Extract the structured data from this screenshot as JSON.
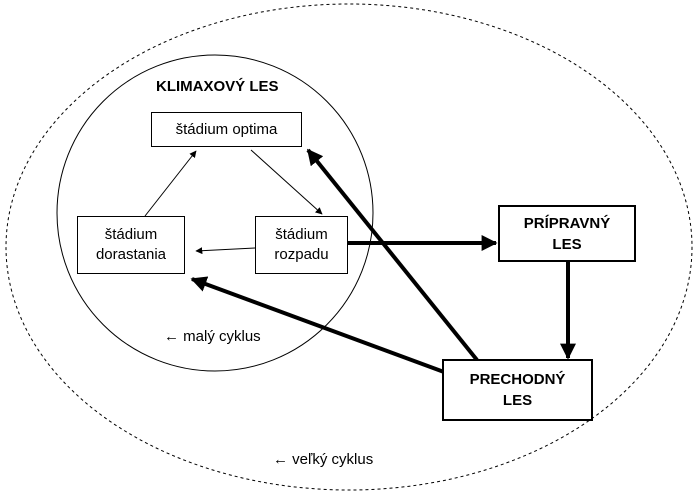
{
  "climax_forest": {
    "title": "KLIMAXOVÝ LES",
    "optimum_stage": "štádium optima",
    "growth_stage": [
      "štádium",
      "dorastania"
    ],
    "decay_stage": [
      "štádium",
      "rozpadu"
    ],
    "small_cycle_label": "← malý cyklus"
  },
  "preparatory_forest": [
    "PRÍPRAVNÝ",
    "LES"
  ],
  "transitional_forest": [
    "PRECHODNÝ",
    "LES"
  ],
  "large_cycle_label": "← veľký cyklus"
}
